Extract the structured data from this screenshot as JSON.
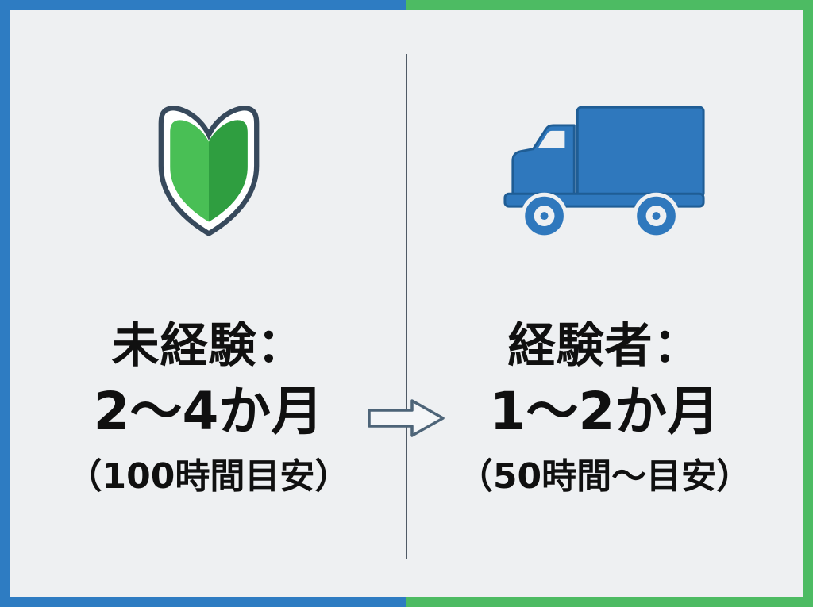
{
  "theme": {
    "frame_blue": "#2e7cc2",
    "frame_green": "#4dbb63",
    "panel_background": "#eef0f2",
    "text_color": "#101010",
    "divider_color": "#4f5a66",
    "arrow_outline_color": "#4d6478",
    "arrow_fill_color": "#f4f6f8",
    "mark_outline_color": "#37495c",
    "mark_green_light": "#49bf55",
    "mark_green_dark": "#2f9e40",
    "truck_color": "#2f78bd",
    "truck_outline_color": "#1f5d95",
    "wheel_center_color": "#eef0f2"
  },
  "left": {
    "icon": "beginner-mark-icon",
    "title": "未経験：",
    "duration": "2〜4か月",
    "note": "（100時間目安）"
  },
  "right": {
    "icon": "truck-icon",
    "title": "経験者：",
    "duration": "1〜2か月",
    "note": "（50時間〜目安）"
  }
}
